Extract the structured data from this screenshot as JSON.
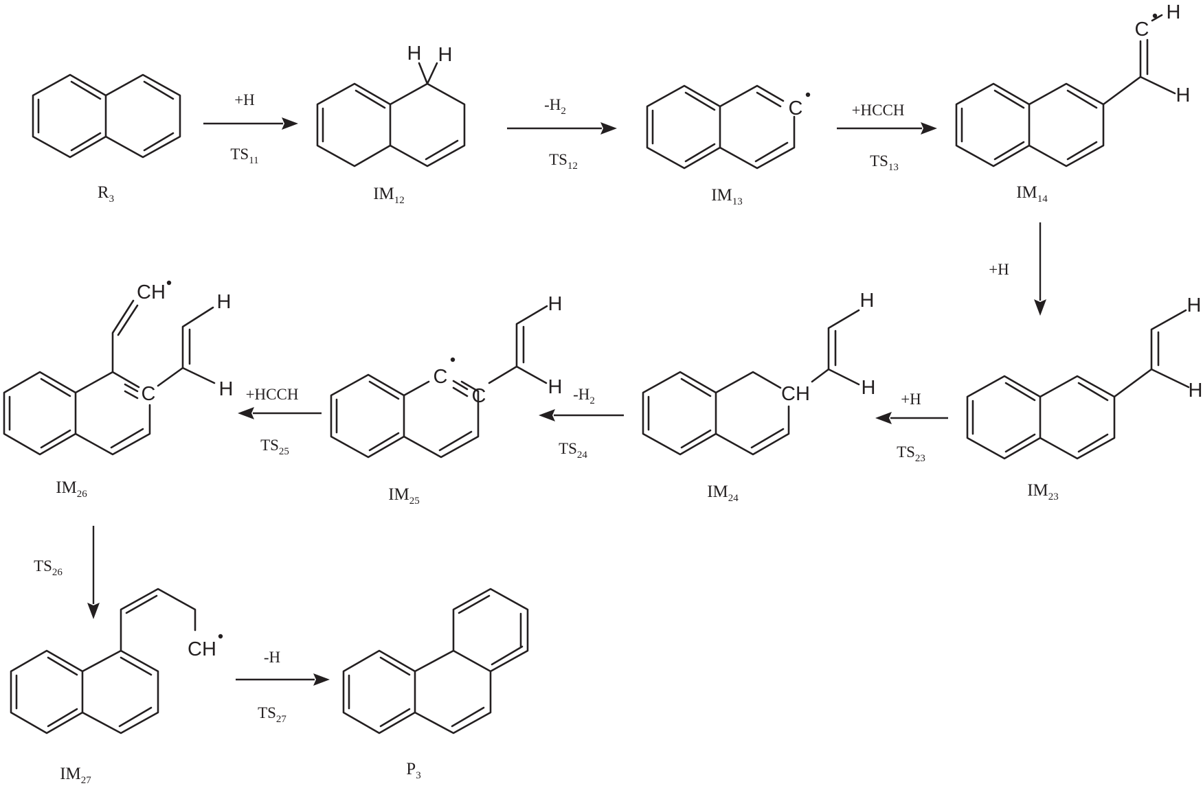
{
  "species": {
    "r3": {
      "name": "R",
      "sub": "3"
    },
    "im12": {
      "name": "IM",
      "sub": "12"
    },
    "im13": {
      "name": "IM",
      "sub": "13"
    },
    "im14": {
      "name": "IM",
      "sub": "14"
    },
    "im23": {
      "name": "IM",
      "sub": "23"
    },
    "im24": {
      "name": "IM",
      "sub": "24"
    },
    "im25": {
      "name": "IM",
      "sub": "25"
    },
    "im26": {
      "name": "IM",
      "sub": "26"
    },
    "im27": {
      "name": "IM",
      "sub": "27"
    },
    "p3": {
      "name": "P",
      "sub": "3"
    }
  },
  "steps": {
    "s1": {
      "reagent": "+H",
      "reagent_sub": "",
      "ts": "TS",
      "ts_sub": "11"
    },
    "s2": {
      "reagent": "-H",
      "reagent_sub": "2",
      "ts": "TS",
      "ts_sub": "12"
    },
    "s3": {
      "reagent": "+HCCH",
      "reagent_sub": "",
      "ts": "TS",
      "ts_sub": "13"
    },
    "s4": {
      "reagent": "+H",
      "reagent_sub": ""
    },
    "s5": {
      "reagent": "+H",
      "reagent_sub": "",
      "ts": "TS",
      "ts_sub": "23"
    },
    "s6": {
      "reagent": "-H",
      "reagent_sub": "2",
      "ts": "TS",
      "ts_sub": "24"
    },
    "s7": {
      "reagent": "+HCCH",
      "reagent_sub": "",
      "ts": "TS",
      "ts_sub": "25"
    },
    "s8": {
      "ts": "TS",
      "ts_sub": "26"
    },
    "s9": {
      "reagent": "-H",
      "reagent_sub": "",
      "ts": "TS",
      "ts_sub": "27"
    }
  },
  "atoms": {
    "h": "H",
    "c": "C",
    "ch": "CH"
  }
}
